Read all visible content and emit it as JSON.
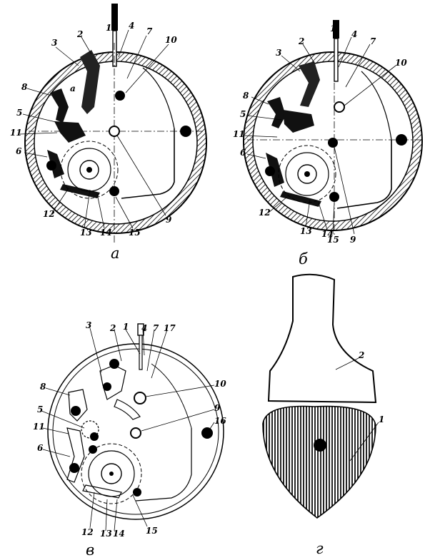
{
  "panel_a": {
    "caption": "а",
    "labels": [
      "1",
      "2",
      "4",
      "7",
      "10",
      "3",
      "8",
      "a",
      "5",
      "11",
      "6",
      "12",
      "13",
      "14",
      "15",
      "9"
    ]
  },
  "panel_b": {
    "caption": "б",
    "labels": [
      "1",
      "2",
      "4",
      "7",
      "10",
      "3",
      "8",
      "5",
      "11",
      "6",
      "12",
      "13",
      "14",
      "15",
      "9"
    ]
  },
  "panel_v": {
    "caption": "в",
    "labels": [
      "1",
      "2",
      "4",
      "7",
      "17",
      "3",
      "10",
      "8",
      "9",
      "5",
      "16",
      "11",
      "6",
      "12",
      "13",
      "14",
      "15"
    ]
  },
  "panel_g": {
    "caption": "г",
    "labels": [
      "2",
      "1"
    ]
  }
}
